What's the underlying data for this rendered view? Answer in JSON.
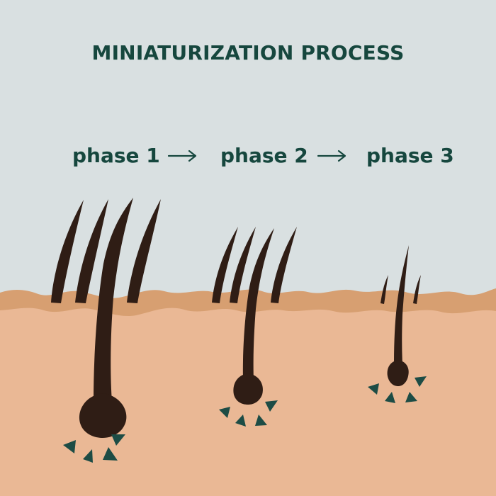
{
  "title": "MINIATURIZATION PROCESS",
  "phases": [
    {
      "label": "phase 1"
    },
    {
      "label": "phase 2"
    },
    {
      "label": "phase 3"
    }
  ],
  "colors": {
    "background": "#d9e0e1",
    "text": "#16473e",
    "skin": "#eab895",
    "skin_surface": "#d79f71",
    "hair": "#2f1d15",
    "marker": "#1d4c45"
  },
  "icons": {
    "arrow": "long-right-arrow",
    "hair": "hair-strand",
    "follicle": "hair-follicle",
    "marker": "triangle-marker"
  }
}
